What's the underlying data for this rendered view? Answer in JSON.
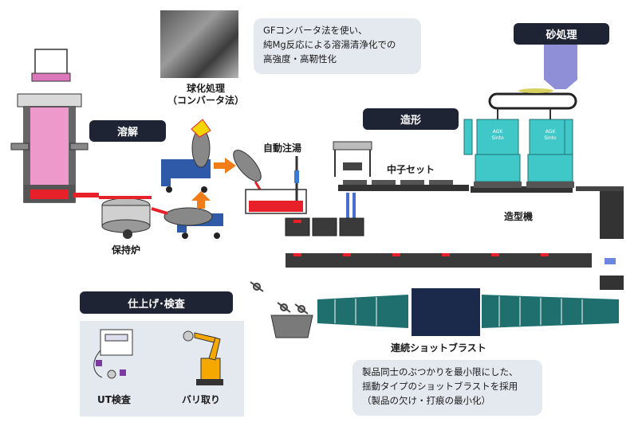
{
  "tags": {
    "melting": "溶解",
    "molding_shape": "造形",
    "sand_treatment": "砂処理",
    "finishing": "仕上げ･検査"
  },
  "notes": {
    "converter_note": [
      "GFコンバータ法を使い、",
      "純Mg反応による溶湯清浄化での",
      "高強度・高靭性化"
    ],
    "blast_note": [
      "製品同士のぶつかりを最小限にした、",
      "揺動タイプのショットブラストを採用",
      "（製品の欠け・打痕の最小化）"
    ]
  },
  "labels": {
    "spheroidizing": [
      "球化処理",
      "（コンバータ法）"
    ],
    "auto_pour": "自動注湯",
    "core_set": "中子セット",
    "molding_machine": "造型機",
    "holding_furnace": "保持炉",
    "continuous_blast": "連続ショットブラスト",
    "ut_inspection": "UT検査",
    "deburring": "バリ取り",
    "machine_brand": [
      "AGK",
      "Sinto"
    ]
  },
  "colors": {
    "dark_tag": "#1f2435",
    "note_bg": "#e4e9f0",
    "arrow_orange": "#f07d1a",
    "molten_red": "#e8202a",
    "machine_teal": "#40c8c8",
    "sand_purple": "#8f8fd8",
    "cart_blue": "#2f5aa8",
    "blast_teal": "#1f6f6f",
    "blast_dark": "#1b2a4a"
  },
  "icons": [
    "cupola-furnace-icon",
    "ladle-icon",
    "converter-icon",
    "pouring-machine-icon",
    "core-setter-icon",
    "molding-machine-icon",
    "sand-hopper-icon",
    "shot-blast-icon",
    "ut-tester-icon",
    "robot-arm-icon",
    "casting-part-icon"
  ]
}
